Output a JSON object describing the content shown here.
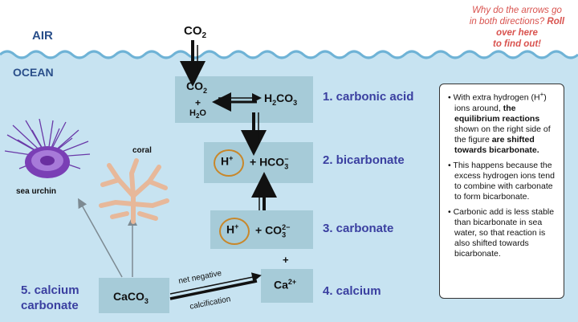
{
  "labels": {
    "air": "AIR",
    "ocean": "OCEAN",
    "rollover_line1": "Why do the arrows go",
    "rollover_line2": "in both directions?",
    "rollover_bold": "Roll over here",
    "rollover_line3": "to find out!"
  },
  "species": {
    "co2_air": "CO",
    "co2_ocean": "CO",
    "plus": "+",
    "h2o": "H",
    "h2o_tail": "O",
    "h2co3": "H",
    "h2co3_mid": "CO",
    "h_ion": "H",
    "hco3": "+ HCO",
    "co3": "+ CO",
    "ca": "Ca",
    "caco3": "CaCO",
    "plus_between": "+",
    "net_negative": "net negative",
    "calcification": "calcification",
    "sub2": "2",
    "sub3": "3",
    "sup_plus": "+",
    "sup_2minus": "2−",
    "sup_2plus": "2+",
    "sub3_hco3": "3",
    "sup_minus": "−"
  },
  "steps": {
    "s1": "1. carbonic acid",
    "s2": "2. bicarbonate",
    "s3": "3. carbonate",
    "s4": "4. calcium",
    "s5a": "5. calcium",
    "s5b": "carbonate"
  },
  "organisms": {
    "sea_urchin": "sea urchin",
    "coral": "coral"
  },
  "notes": [
    {
      "pre": "With extra hydrogen (H",
      "sup": "+",
      "mid": ") ions around, ",
      "bold": "the equilibrium reactions",
      "post": " shown on the right side of the figure ",
      "bold2": "are shifted towards bicarbonate."
    },
    {
      "text": "This happens because the excess hydrogen ions tend to combine with carbonate to form bicarbonate."
    },
    {
      "text": "Carbonic add is less stable than bicarbonate in sea water, so that reaction is also  shifted towards bicarbonate."
    }
  ],
  "colors": {
    "ocean": "#c7e3f1",
    "box": "#a6cbd8",
    "step_text": "#3a3fa0",
    "rollover_text": "#d9534f",
    "oval": "#c8872a"
  }
}
